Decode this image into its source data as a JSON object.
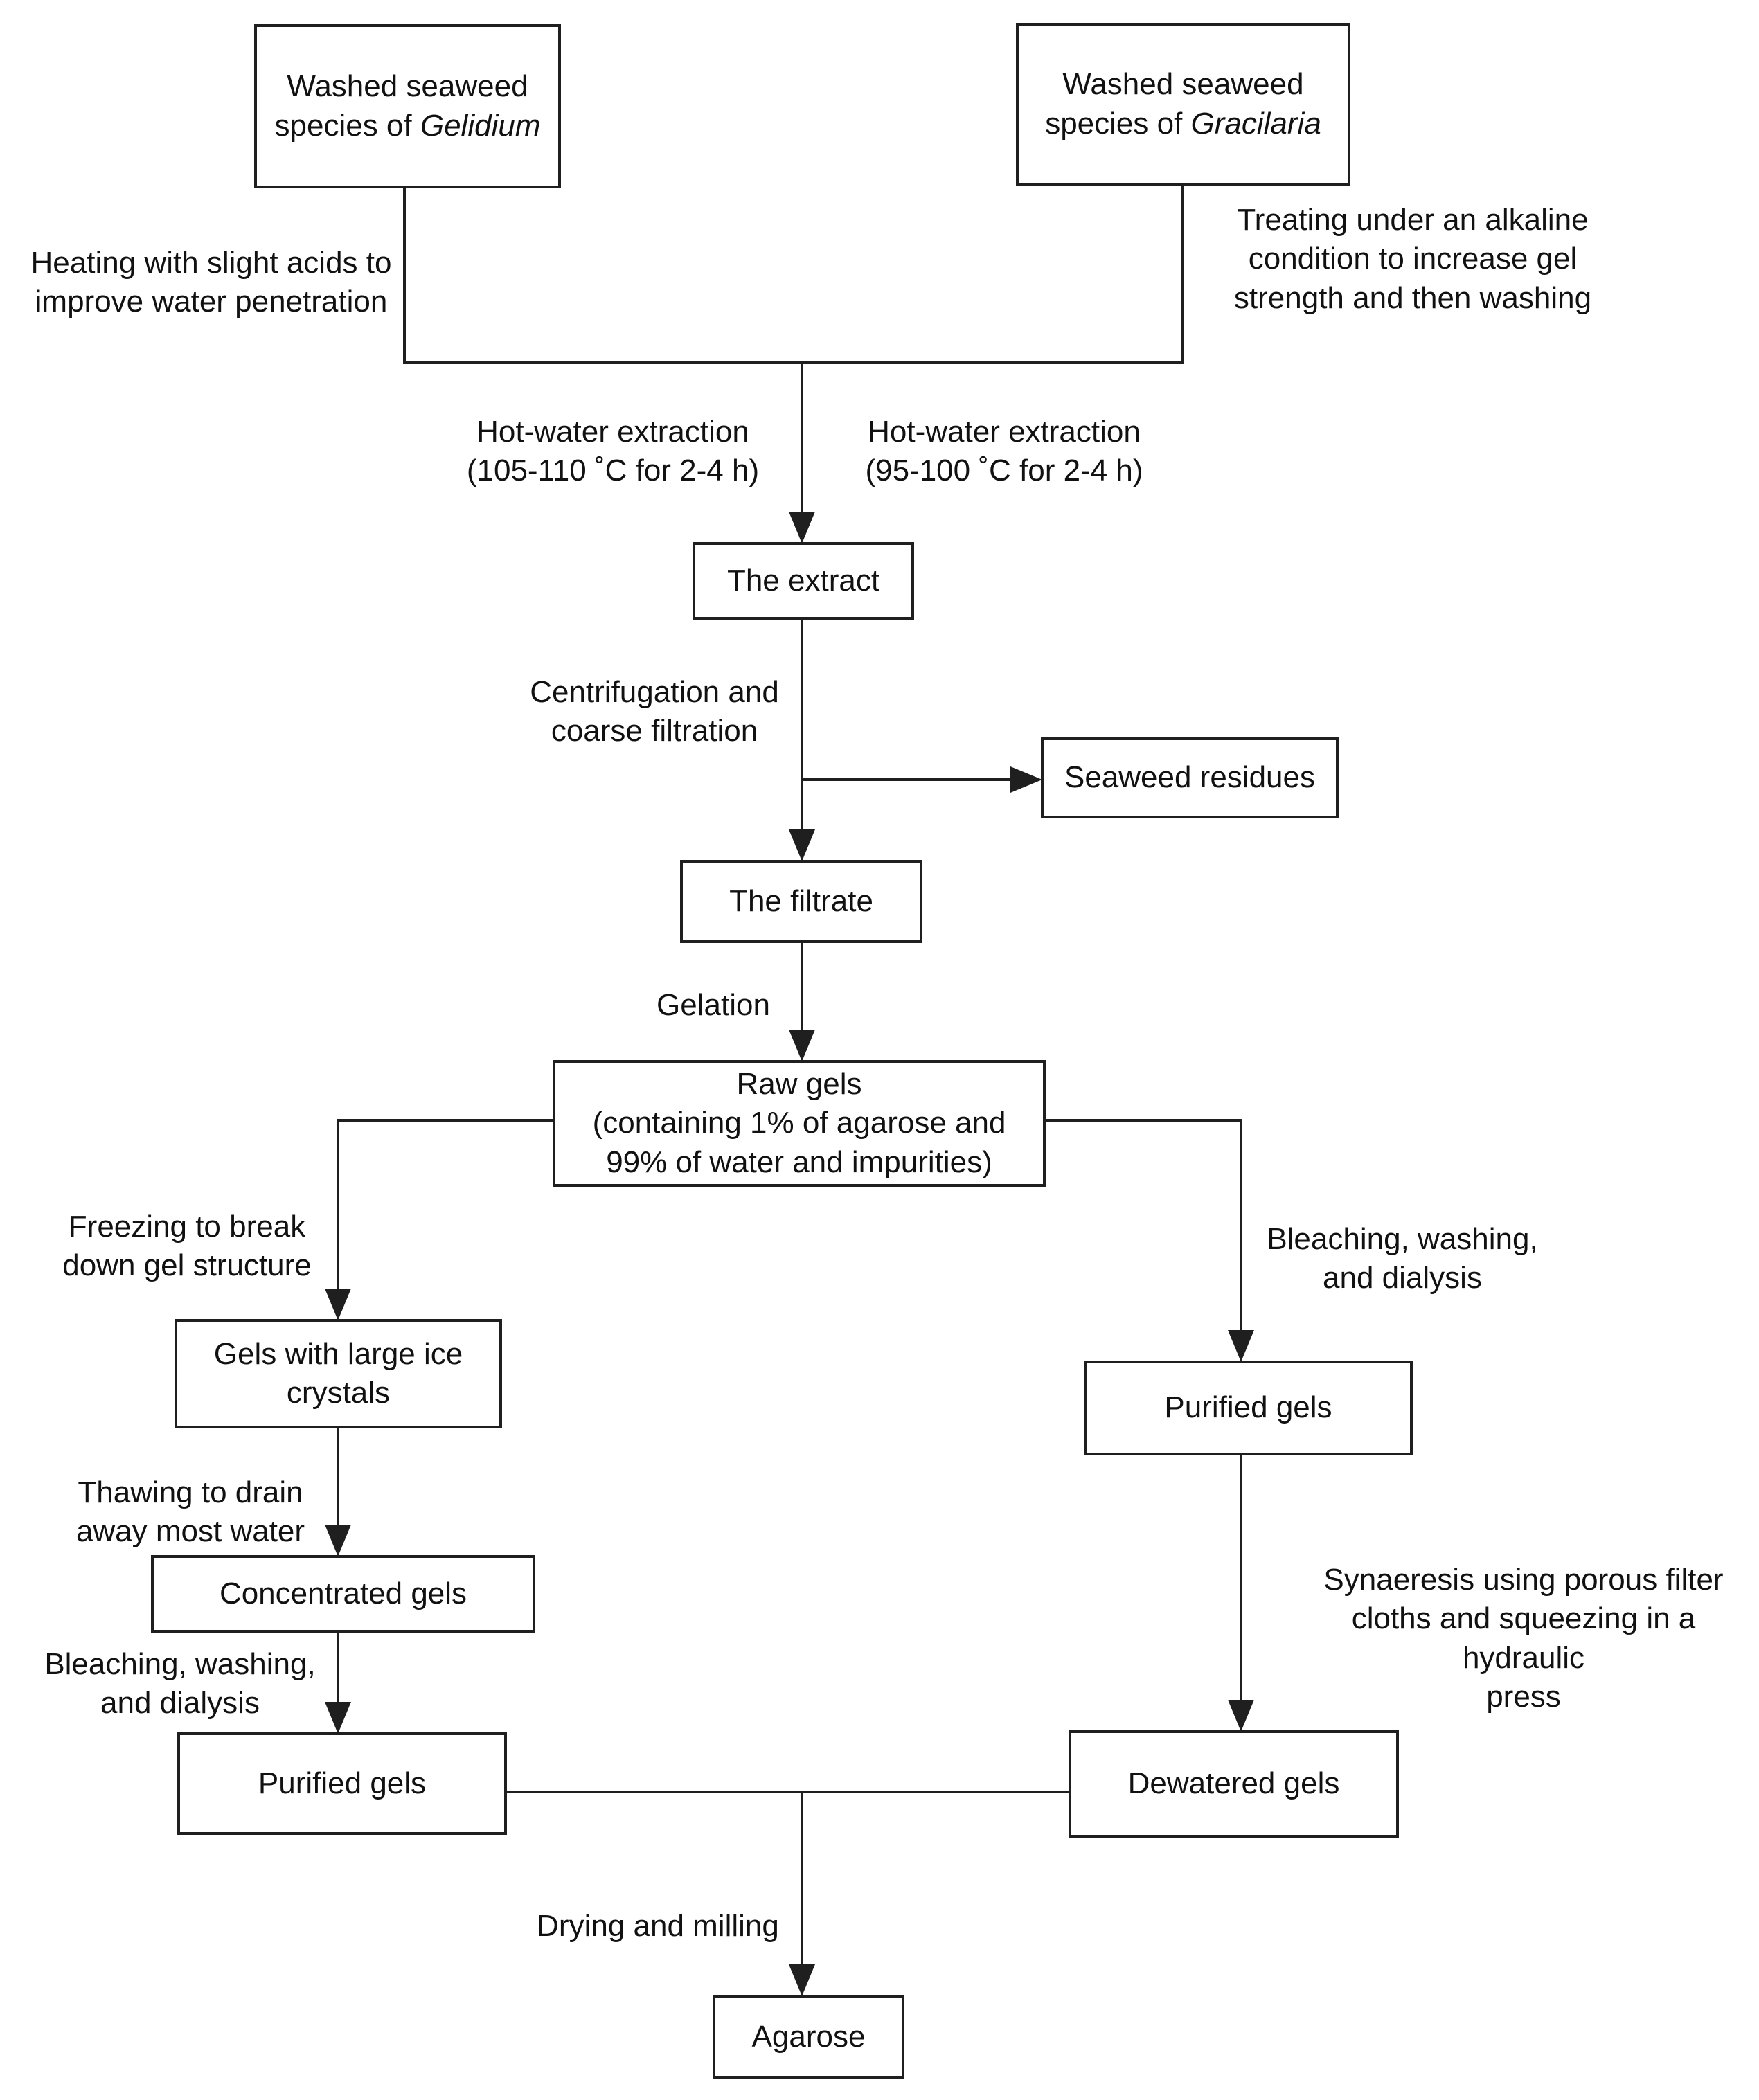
{
  "title": "Agarose production flowchart",
  "colors": {
    "line": "#1f1f1f",
    "box_bg": "#ffffff",
    "text": "#111111"
  },
  "nodes": {
    "gelidium": {
      "prefix": "Washed seaweed\nspecies of ",
      "species": "Gelidium"
    },
    "gracilaria": {
      "prefix": "Washed seaweed\nspecies of ",
      "species": "Gracilaria"
    },
    "extract": {
      "label": "The extract"
    },
    "residues": {
      "label": "Seaweed residues"
    },
    "filtrate": {
      "label": "The filtrate"
    },
    "raw_gels": {
      "label": "Raw gels\n(containing 1% of agarose and\n99% of water and impurities)"
    },
    "ice_crystals": {
      "label": "Gels with large ice\ncrystals"
    },
    "concentrated": {
      "label": "Concentrated gels"
    },
    "purified_left": {
      "label": "Purified gels"
    },
    "purified_right": {
      "label": "Purified gels"
    },
    "dewatered": {
      "label": "Dewatered gels"
    },
    "agarose": {
      "label": "Agarose"
    }
  },
  "edge_labels": {
    "heating": "Heating with slight acids to\nimprove water penetration",
    "treating": "Treating under an alkaline\ncondition to increase gel\nstrength and then washing",
    "hotwater_gelidium": "Hot-water extraction\n(105-110 ˚C for 2-4 h)",
    "hotwater_gracilaria": "Hot-water extraction\n(95-100 ˚C for 2-4 h)",
    "centrifugation": "Centrifugation and\ncoarse filtration",
    "gelation": "Gelation",
    "freezing": "Freezing to break\ndown gel structure",
    "bleaching_right": "Bleaching, washing,\nand dialysis",
    "thawing": "Thawing to drain\naway most water",
    "bleaching_left": "Bleaching, washing,\nand dialysis",
    "synaeresis": "Synaeresis using porous filter\ncloths and squeezing in a hydraulic\npress",
    "drying": "Drying and milling"
  }
}
